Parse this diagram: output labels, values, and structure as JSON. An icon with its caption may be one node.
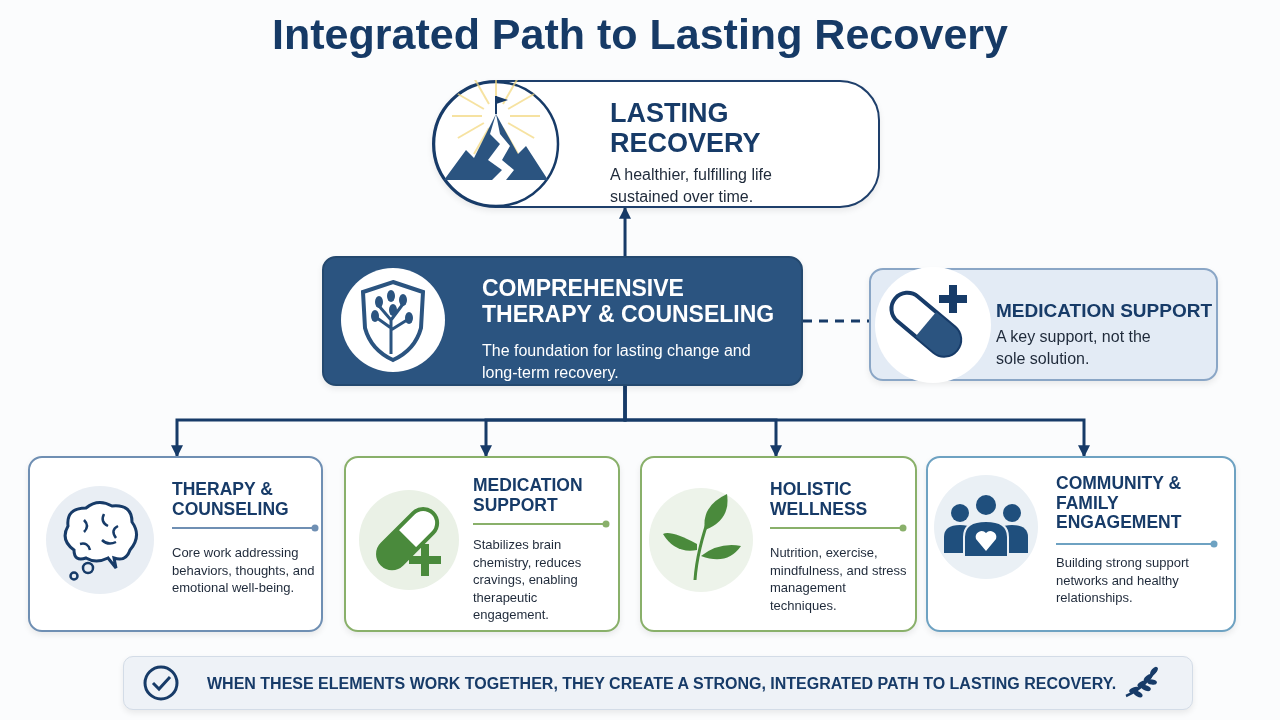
{
  "diagram": {
    "title": "Integrated Path to Lasting Recovery",
    "nodes": [
      {
        "text": [
          "LASTING RECOVERY",
          "A healthier, fulfilling life sustained over time."
        ]
      },
      {
        "text": [
          "COMPREHENSIVE THERAPY & COUNSELING",
          "The foundation for lasting change and long-term recovery."
        ]
      },
      {
        "text": [
          "MEDICATION SUPPORT",
          "A key support, not the sole solution."
        ]
      },
      {
        "text": [
          "THERAPY & COUNSELING",
          "Core work addressing behaviors, thoughts, and emotional well-being."
        ]
      },
      {
        "text": [
          "MEDICATION SUPPORT",
          "Stabilizes brain chemistry, reduces cravings, enabling therapeutic engagement."
        ]
      },
      {
        "text": [
          "HOLISTIC WELLNESS",
          "Nutrition, exercise, mindfulness, and stress management techniques."
        ]
      },
      {
        "text": [
          "COMMUNITY & FAMILY ENGAGEMENT",
          "Building strong support networks and healthy relationships."
        ]
      },
      {
        "text": [
          "WHEN THESE ELEMENTS WORK TOGETHER, THEY CREATE A STRONG, INTEGRATED PATH TO LASTING RECOVERY."
        ]
      }
    ],
    "edges": [
      {
        "from": 1,
        "to": 0,
        "arrow": "to"
      },
      {
        "from": 1,
        "to": 2,
        "arrow": "none",
        "style": "dashed"
      },
      {
        "from": 1,
        "to": 3,
        "arrow": "to"
      },
      {
        "from": 1,
        "to": 4,
        "arrow": "to"
      },
      {
        "from": 1,
        "to": 5,
        "arrow": "to"
      },
      {
        "from": 1,
        "to": 6,
        "arrow": "to"
      }
    ]
  }
}
